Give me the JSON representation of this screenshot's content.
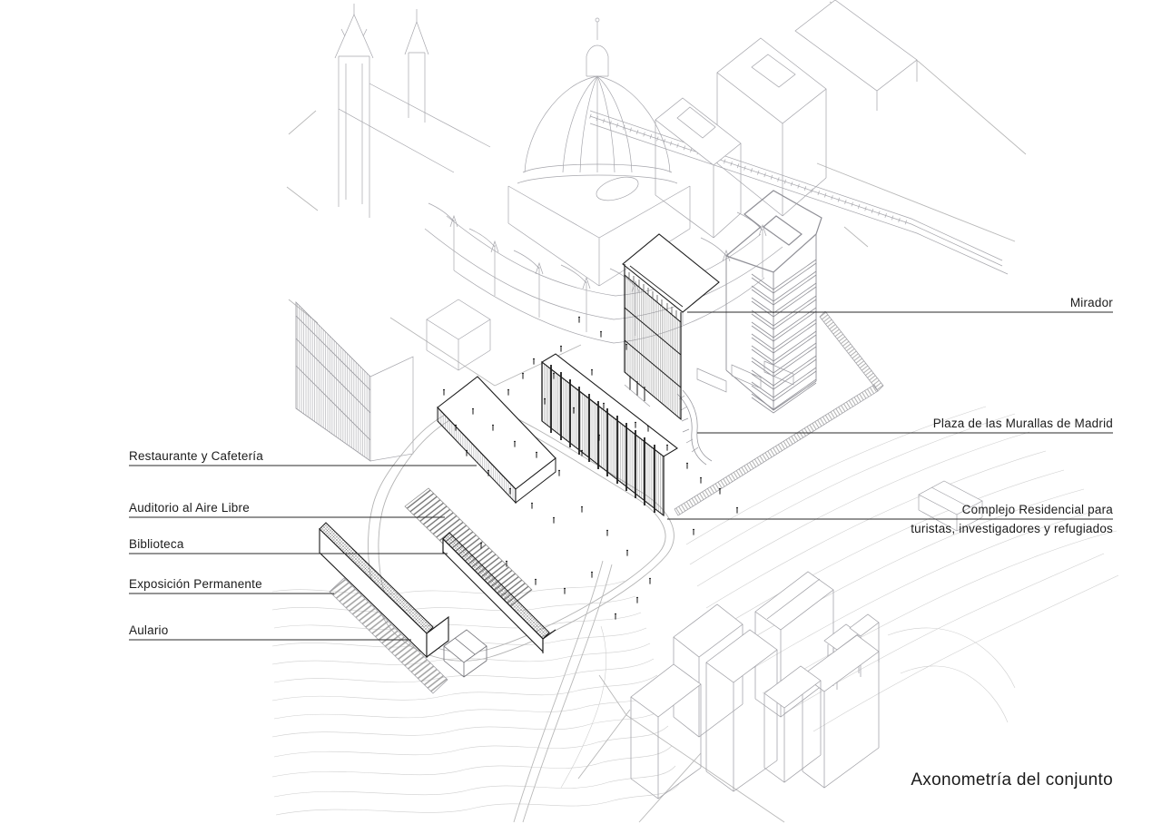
{
  "title": "Axonometría del conjunto",
  "annotations": {
    "restaurante": "Restaurante y Cafetería",
    "auditorio": "Auditorio al Aire Libre",
    "biblioteca": "Biblioteca",
    "exposicion": "Exposición Permanente",
    "aulario": "Aulario",
    "mirador": "Mirador",
    "plaza": "Plaza de las Murallas de Madrid",
    "complejo_line1": "Complejo Residencial para",
    "complejo_line2": "turistas, investigadores y refugiados"
  },
  "drawing": {
    "type": "architectural-axonometric",
    "background": "#ffffff",
    "stroke_context": "#a6a6ac",
    "stroke_new_buildings": "#1c1c1c",
    "stroke_contours": "#cfcfcf",
    "stroke_leaders": "#2a2a2a"
  }
}
